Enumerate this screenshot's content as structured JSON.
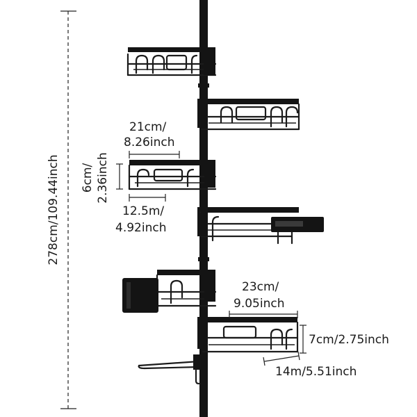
{
  "dimensions": {
    "total_height": "278cm/109.44inch",
    "basket_small_width_line1": "21cm/",
    "basket_small_width_line2": "8.26inch",
    "basket_small_height_line1": "6cm/",
    "basket_small_height_line2": "2.36inch",
    "basket_small_depth_line1": "12.5m/",
    "basket_small_depth_line2": "4.92inch",
    "basket_large_width_line1": "23cm/",
    "basket_large_width_line2": "9.05inch",
    "basket_large_height": "7cm/2.75inch",
    "basket_large_depth": "14m/5.51inch"
  },
  "colors": {
    "product": "#141414",
    "background": "#ffffff",
    "dimension_line": "#222222"
  }
}
